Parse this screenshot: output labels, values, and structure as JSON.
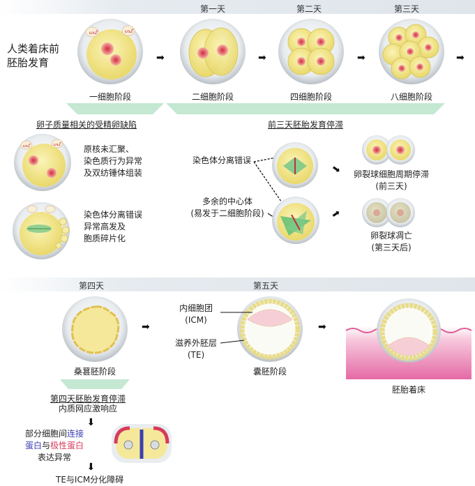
{
  "header": {
    "title_line1": "人类着床前",
    "title_line2": "胚胎发育",
    "days": [
      "第一天",
      "第二天",
      "第三天"
    ]
  },
  "stages": {
    "one_cell": "一细胞阶段",
    "two_cell": "二细胞阶段",
    "four_cell": "四细胞阶段",
    "eight_cell": "八细胞阶段"
  },
  "defects_left": {
    "title": "卵子质量相关的受精卵缺陷",
    "item1": [
      "原核未汇聚、",
      "染色质行为异常",
      "及双纺锤体组装"
    ],
    "item2": [
      "染色体分离错误",
      "异常高发及",
      "胞质碎片化"
    ]
  },
  "arrest_right": {
    "title": "前三天胚胎发育停滞",
    "label_seg_error": "染色体分离错误",
    "label_extra_centro": [
      "多余的中心体",
      "(易发于二细胞阶段)"
    ],
    "label_cleavage_arrest": [
      "卵裂球细胞周期停滞",
      "(前三天)"
    ],
    "label_cleavage_death": [
      "卵裂球凋亡",
      "(第三天后)"
    ]
  },
  "lower": {
    "day4": "第四天",
    "day5": "第五天",
    "morula": "桑葚胚阶段",
    "blastocyst": "囊胚阶段",
    "implantation": "胚胎着床",
    "icm_label": [
      "内细胞团",
      "(ICM)"
    ],
    "te_label": [
      "滋养外胚层",
      "(TE)"
    ]
  },
  "day4_arrest": {
    "title": "第四天胚胎发育停滞",
    "subtitle": "内质网应激响应",
    "line1_prefix": "部分细胞间",
    "line1_blue": "连接",
    "line2_blue": "蛋白",
    "line2_mid": "与",
    "line2_red": "极性蛋白",
    "line3": "表达异常",
    "bottom": "TE与ICM分化障碍"
  },
  "colors": {
    "cell_yellow": "#f2e48a",
    "nucleus_red": "#e0505a",
    "band_gray": "#dfe5ea",
    "tri_green": "#bfe6cf",
    "junction_blue": "#3a3fb0",
    "polarity_red": "#d63b5c",
    "uterus_pink": "#e56aa6"
  }
}
